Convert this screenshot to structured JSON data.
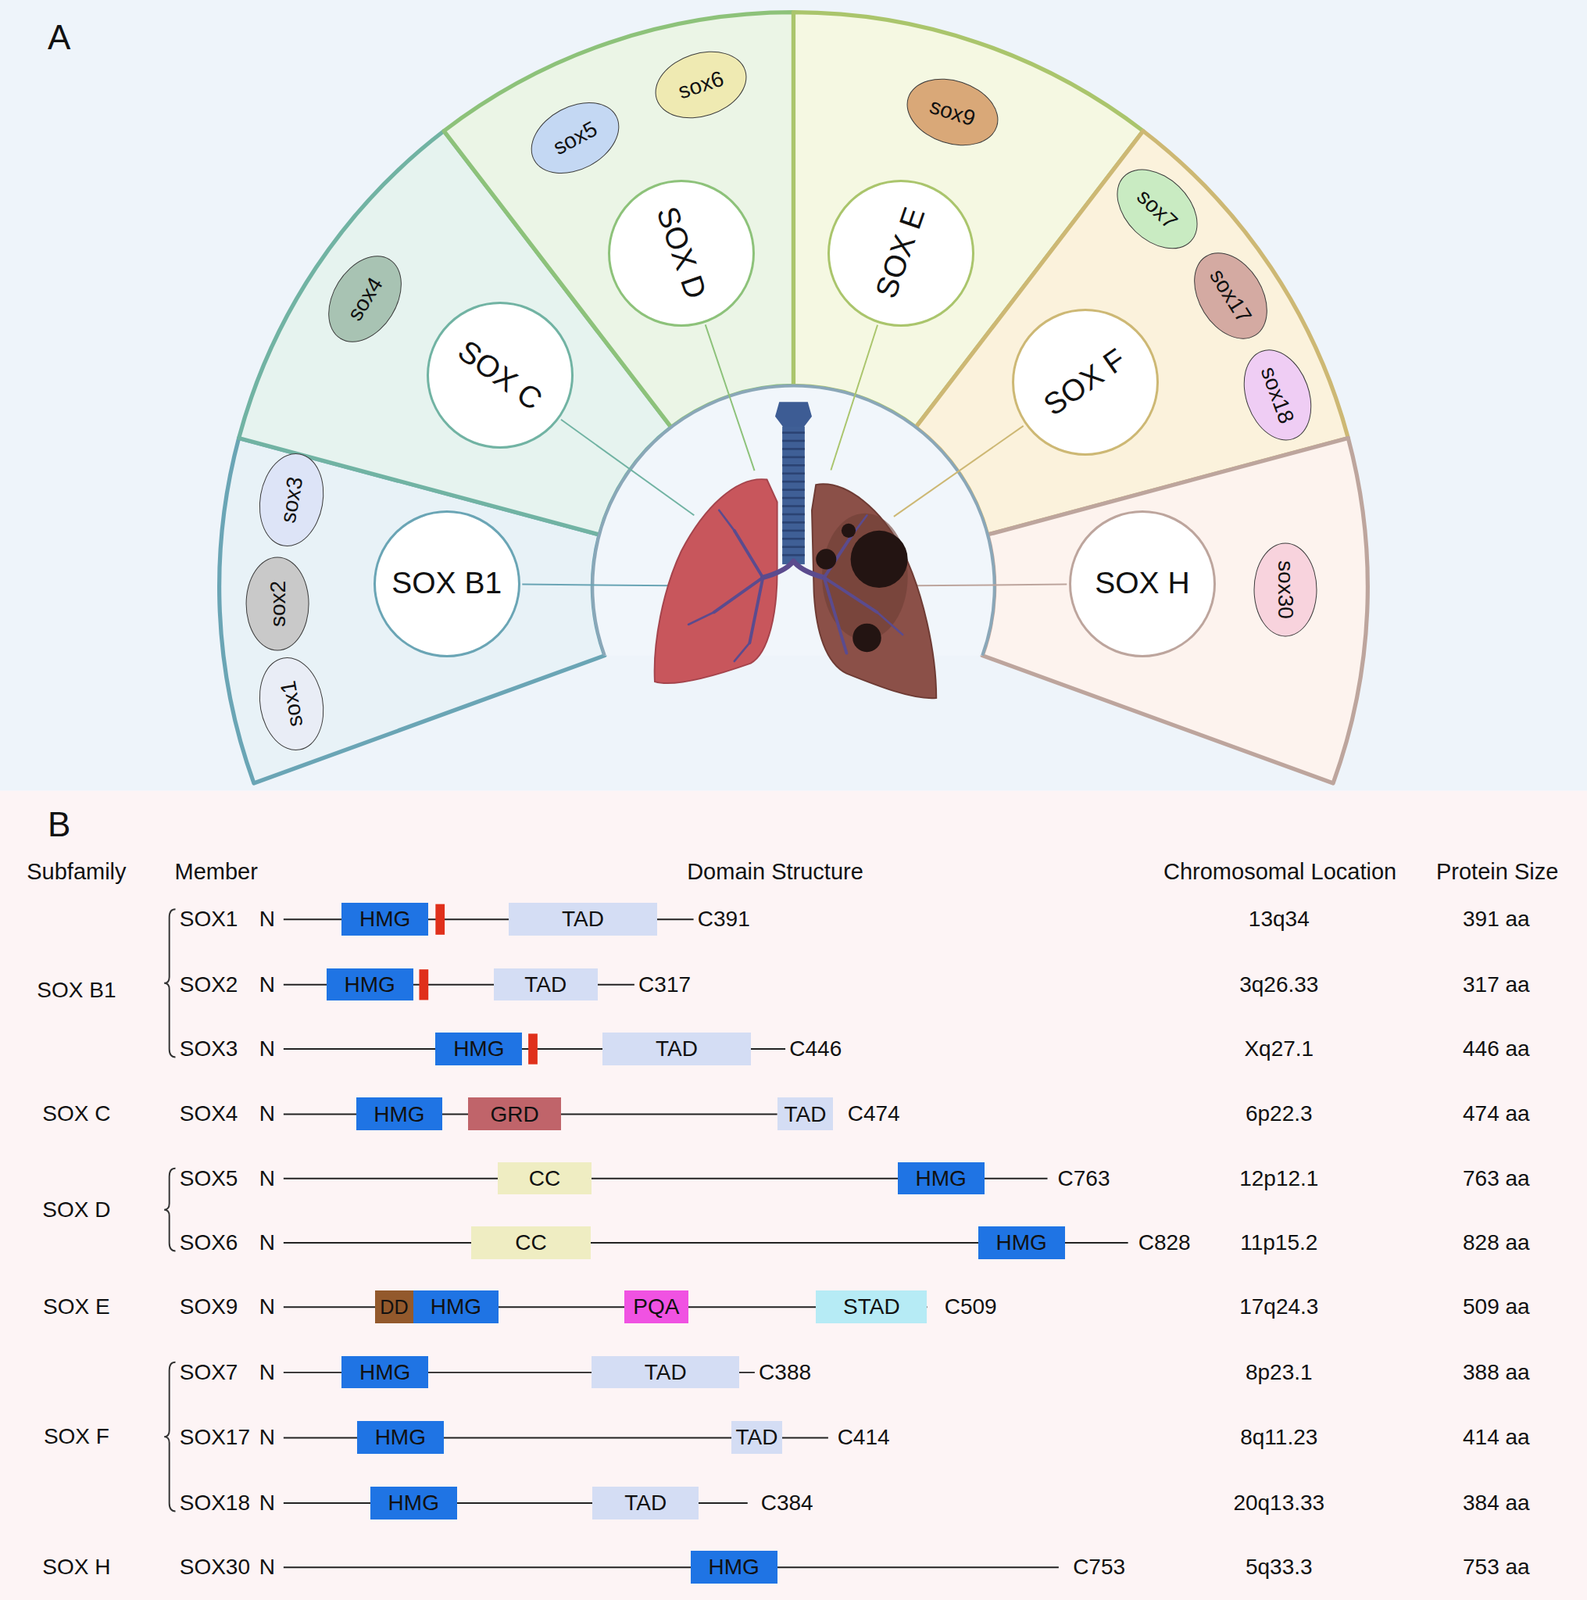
{
  "diagram": {
    "nodes": [
      {
        "text": [
          "SOX B1"
        ]
      },
      {
        "text": [
          "sox3"
        ]
      },
      {
        "text": [
          "sox2"
        ]
      },
      {
        "text": [
          "sox1"
        ]
      },
      {
        "text": [
          "SOX C"
        ]
      },
      {
        "text": [
          "sox4"
        ]
      },
      {
        "text": [
          "SOX D"
        ]
      },
      {
        "text": [
          "sox5"
        ]
      },
      {
        "text": [
          "sox6"
        ]
      },
      {
        "text": [
          "SOX E"
        ]
      },
      {
        "text": [
          "sox9"
        ]
      },
      {
        "text": [
          "SOX F"
        ]
      },
      {
        "text": [
          "sox7"
        ]
      },
      {
        "text": [
          "sox17"
        ]
      },
      {
        "text": [
          "sox18"
        ]
      },
      {
        "text": [
          "SOX H"
        ]
      },
      {
        "text": [
          "sox30"
        ]
      },
      {
        "text": [
          "HMG"
        ]
      },
      {
        "text": [
          "TAD"
        ]
      },
      {
        "text": [
          "HMG"
        ]
      },
      {
        "text": [
          "TAD"
        ]
      },
      {
        "text": [
          "HMG"
        ]
      },
      {
        "text": [
          "TAD"
        ]
      },
      {
        "text": [
          "HMG"
        ]
      },
      {
        "text": [
          "GRD"
        ]
      },
      {
        "text": [
          "TAD"
        ]
      },
      {
        "text": [
          "CC"
        ]
      },
      {
        "text": [
          "HMG"
        ]
      },
      {
        "text": [
          "CC"
        ]
      },
      {
        "text": [
          "HMG"
        ]
      },
      {
        "text": [
          "DD"
        ]
      },
      {
        "text": [
          "HMG"
        ]
      },
      {
        "text": [
          "PQA"
        ]
      },
      {
        "text": [
          "STAD"
        ]
      },
      {
        "text": [
          "HMG"
        ]
      },
      {
        "text": [
          "TAD"
        ]
      },
      {
        "text": [
          "HMG"
        ]
      },
      {
        "text": [
          "TAD"
        ]
      },
      {
        "text": [
          "HMG"
        ]
      },
      {
        "text": [
          "TAD"
        ]
      },
      {
        "text": [
          "HMG"
        ]
      }
    ],
    "labels": [
      "A",
      "B",
      "Subfamily",
      "Member",
      "Domain Structure",
      "Chromosomal Location",
      "Protein Size",
      "SOX B1",
      "SOX C",
      "SOX D",
      "SOX E",
      "SOX F",
      "SOX H",
      "SOX1",
      "N",
      "C391",
      "13q34",
      "391 aa",
      "SOX2",
      "N",
      "C317",
      "3q26.33",
      "317 aa",
      "SOX3",
      "N",
      "C446",
      "Xq27.1",
      "446 aa",
      "SOX4",
      "N",
      "C474",
      "6p22.3",
      "474 aa",
      "SOX5",
      "N",
      "C763",
      "12p12.1",
      "763 aa",
      "SOX6",
      "N",
      "C828",
      "11p15.2",
      "828 aa",
      "SOX9",
      "N",
      "C509",
      "17q24.3",
      "509 aa",
      "SOX7",
      "N",
      "C388",
      "8p23.1",
      "388 aa",
      "SOX17",
      "N",
      "C414",
      "8q11.23",
      "414 aa",
      "SOX18",
      "N",
      "C384",
      "20q13.33",
      "384 aa",
      "SOX30",
      "N",
      "C753",
      "5q33.3",
      "753 aa"
    ]
  }
}
